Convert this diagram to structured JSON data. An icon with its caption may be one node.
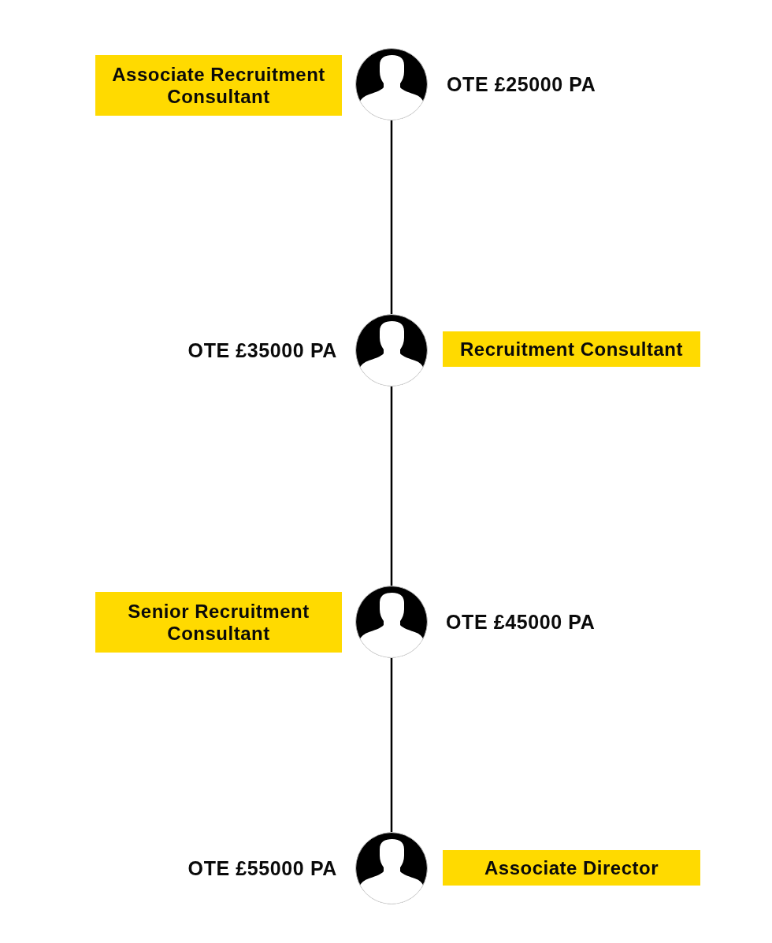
{
  "diagram": {
    "nodes": [
      {
        "text": [
          "Associate Recruitment Consultant"
        ]
      },
      {
        "text": [],
        "shape": "person",
        "beside": [
          "OTE £25000 PA"
        ]
      },
      {
        "text": [],
        "shape": "person",
        "beside": [
          "OTE £35000 PA"
        ]
      },
      {
        "text": [
          "Recruitment Consultant"
        ]
      },
      {
        "text": [
          "Senior Recruitment Consultant"
        ]
      },
      {
        "text": [],
        "shape": "person",
        "beside": [
          "OTE £45000 PA"
        ]
      },
      {
        "text": [],
        "shape": "person",
        "beside": [
          "OTE £55000 PA"
        ]
      },
      {
        "text": [
          "Associate Director"
        ]
      }
    ],
    "edges": [
      {
        "from": 1,
        "to": 2,
        "arrow": "none"
      },
      {
        "from": 2,
        "to": 5,
        "arrow": "none"
      },
      {
        "from": 5,
        "to": 6,
        "arrow": "none"
      }
    ]
  }
}
